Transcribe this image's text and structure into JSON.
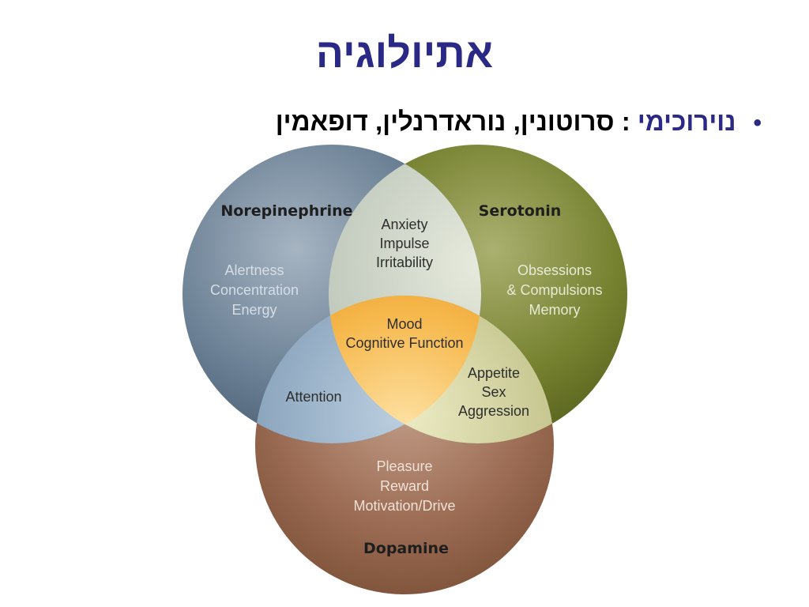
{
  "slide": {
    "title": "אתיולוגיה",
    "bullet": {
      "term": "נוירוכימי",
      "separator": " : ",
      "text": "סרוטונין, נוראדרנלין, דופאמין"
    }
  },
  "diagram": {
    "circles": [
      {
        "name": "Norepinephrine",
        "color": "#6a7d91",
        "own_items": [
          "Alertness",
          "Concentration",
          "Energy"
        ]
      },
      {
        "name": "Serotonin",
        "color": "#6e7a2e",
        "own_items": [
          "Obsessions",
          "& Compulsions",
          "Memory"
        ]
      },
      {
        "name": "Dopamine",
        "color": "#9a6a52",
        "own_items": [
          "Pleasure",
          "Reward",
          "Motivation/Drive"
        ]
      }
    ],
    "overlaps": {
      "norepinephrine_serotonin": [
        "Anxiety",
        "Impulse",
        "Irritability"
      ],
      "norepinephrine_dopamine": [
        "Attention"
      ],
      "serotonin_dopamine": [
        "Appetite",
        "Sex",
        "Aggression"
      ],
      "center": [
        "Mood",
        "Cognitive Function"
      ]
    },
    "overlap_colors": {
      "norepinephrine_serotonin": "#d6dccd",
      "norepinephrine_dopamine": "#8fa9c0",
      "serotonin_dopamine": "#cfcf9a",
      "center": "#f3b548"
    }
  }
}
